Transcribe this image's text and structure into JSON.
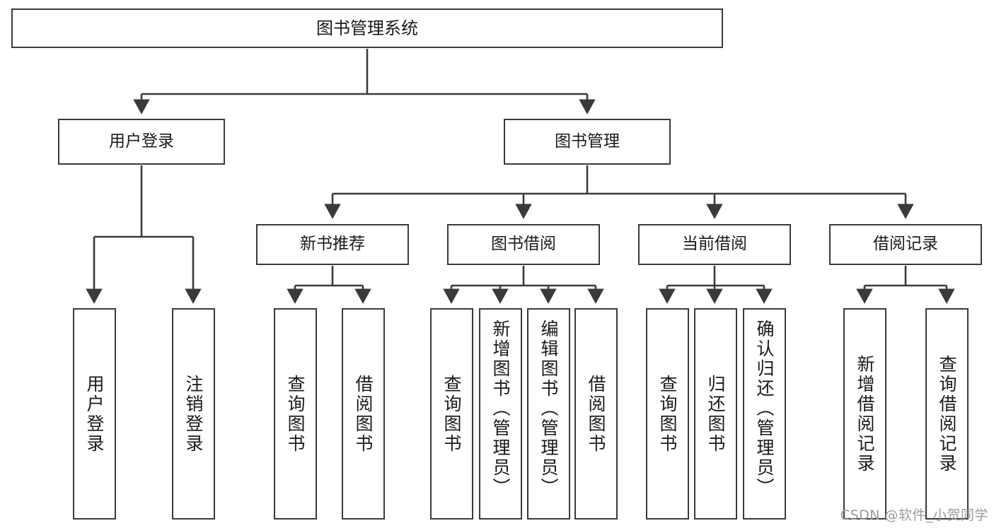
{
  "diagram": {
    "title": "图书管理系统",
    "type": "tree",
    "style": {
      "border_color": "#3a3a3a",
      "background": "#ffffff",
      "text_color": "#1a1a1a",
      "watermark_color": "#9a9a9a"
    },
    "levels": {
      "root": {
        "label": "图书管理系统"
      },
      "level2": [
        {
          "label": "用户登录"
        },
        {
          "label": "图书管理"
        }
      ],
      "level3": [
        {
          "label": "新书推荐"
        },
        {
          "label": "图书借阅"
        },
        {
          "label": "当前借阅"
        },
        {
          "label": "借阅记录"
        }
      ],
      "leaves": {
        "user_login": [
          {
            "label": "用户登录"
          },
          {
            "label": "注销登录"
          }
        ],
        "new_book_recommend": [
          {
            "label": "查询图书"
          },
          {
            "label": "借阅图书"
          }
        ],
        "book_borrow": [
          {
            "label": "查询图书"
          },
          {
            "label": "新增图书（管理员）"
          },
          {
            "label": "编辑图书（管理员）"
          },
          {
            "label": "借阅图书"
          }
        ],
        "current_borrow": [
          {
            "label": "查询图书"
          },
          {
            "label": "归还图书"
          },
          {
            "label": "确认归还（管理员）"
          }
        ],
        "borrow_record": [
          {
            "label": "新增借阅记录"
          },
          {
            "label": "查询借阅记录"
          }
        ]
      }
    },
    "watermark": "CSDN @软件_小贺同学"
  }
}
